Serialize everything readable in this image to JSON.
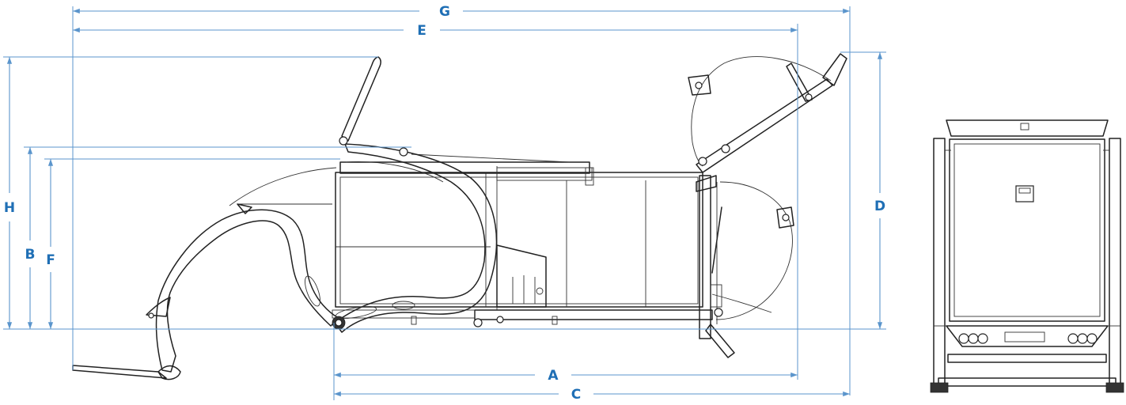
{
  "diagram": {
    "dimension_labels": {
      "a": "A",
      "b": "B",
      "c": "C",
      "d": "D",
      "e": "E",
      "f": "F",
      "g": "G",
      "h": "H"
    },
    "colors": {
      "dimension_line": "#5b95cc",
      "dimension_label": "#1f6fb5",
      "machine_outline": "#222222",
      "background": "#ffffff"
    },
    "views": [
      "side-view",
      "rear-view"
    ]
  }
}
